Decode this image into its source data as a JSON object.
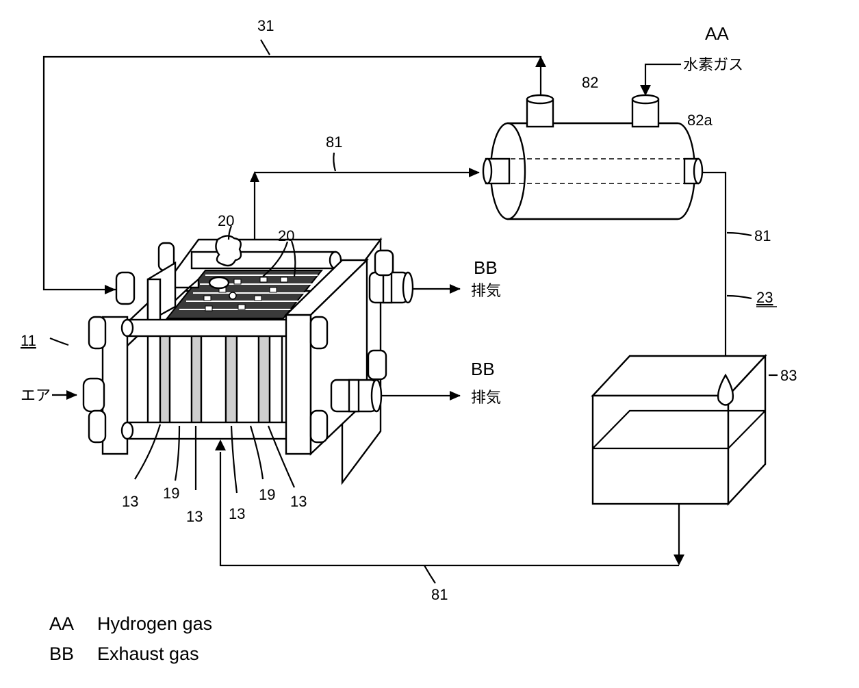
{
  "labels": {
    "line_31": "31",
    "aa_top": "AA",
    "hydrogen_jp": "水素ガス",
    "tank_82": "82",
    "port_82a": "82a",
    "pipe_81_top": "81",
    "pipe_81_right": "81",
    "pipe_23": "23",
    "reservoir_83": "83",
    "pipe_81_bottom": "81",
    "stack_11": "11",
    "air_jp": "エア",
    "separator_20_a": "20",
    "separator_20_b": "20",
    "bb_upper": "BB",
    "exhaust_jp_upper": "排気",
    "bb_lower": "BB",
    "exhaust_jp_lower": "排気",
    "plate_13_a": "13",
    "plate_19_a": "19",
    "plate_13_b": "13",
    "plate_13_c": "13",
    "plate_19_b": "19",
    "plate_13_d": "13"
  },
  "legend": [
    {
      "code": "AA",
      "text": "Hydrogen gas"
    },
    {
      "code": "BB",
      "text": "Exhaust gas"
    }
  ]
}
